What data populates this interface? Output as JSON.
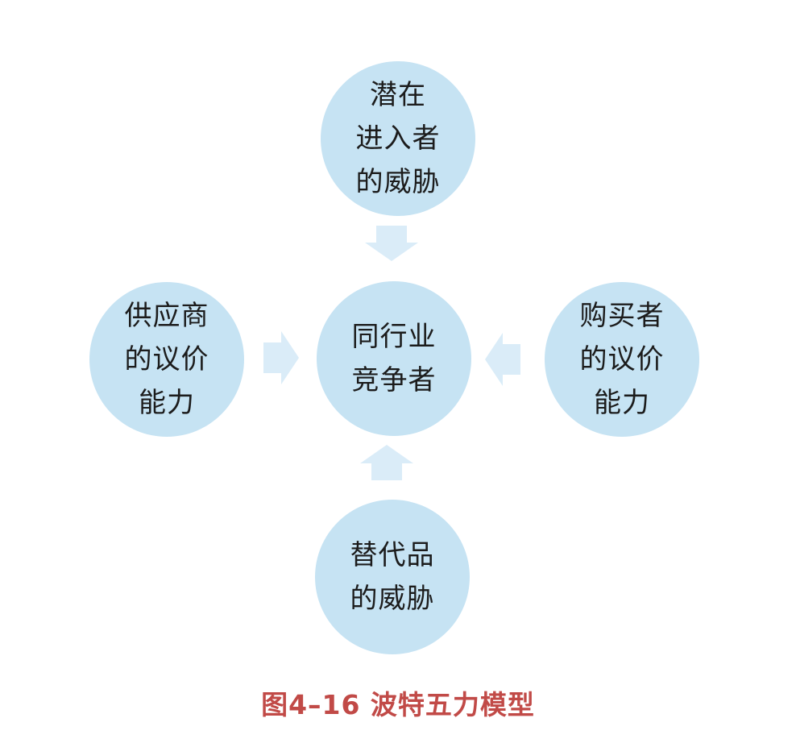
{
  "figure": {
    "caption": "图4–16 波特五力模型",
    "caption_color": "#c14a47",
    "circle_fill": "#c6e3f3",
    "arrow_fill": "#daecf8",
    "text_color": "#1c1c1c",
    "nodes": {
      "top": {
        "id": "potential-entrants",
        "text": "潜在\n进入者\n的威胁"
      },
      "left": {
        "id": "supplier-bargaining-power",
        "text": "供应商\n的议价\n能力"
      },
      "center": {
        "id": "industry-competitors",
        "text": "同行业\n竞争者"
      },
      "right": {
        "id": "buyer-bargaining-power",
        "text": "购买者\n的议价\n能力"
      },
      "bottom": {
        "id": "substitute-threat",
        "text": "替代品\n的威胁"
      }
    },
    "arrows": [
      {
        "from": "potential-entrants",
        "to": "industry-competitors",
        "direction": "down"
      },
      {
        "from": "supplier-bargaining-power",
        "to": "industry-competitors",
        "direction": "right"
      },
      {
        "from": "buyer-bargaining-power",
        "to": "industry-competitors",
        "direction": "left"
      },
      {
        "from": "substitute-threat",
        "to": "industry-competitors",
        "direction": "up"
      }
    ]
  }
}
